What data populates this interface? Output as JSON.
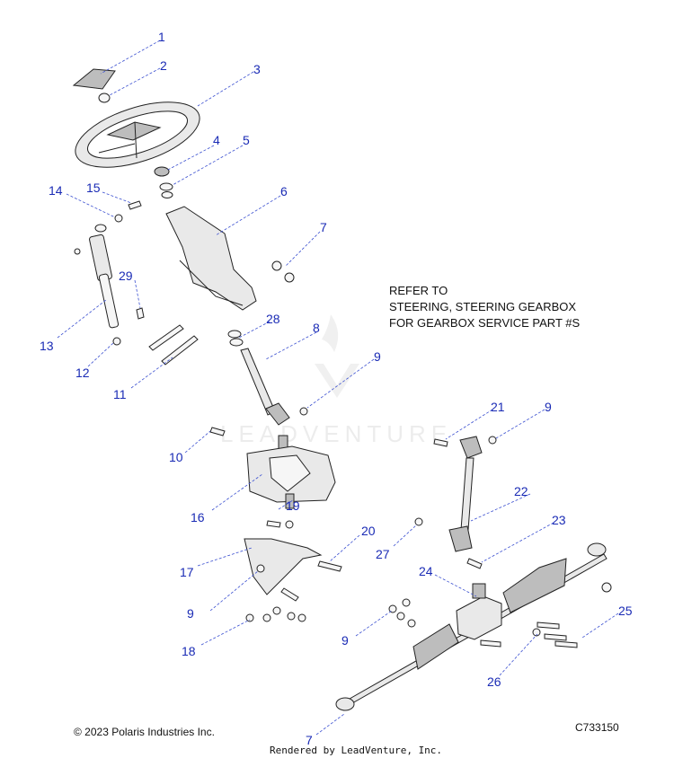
{
  "note_lines": [
    "REFER TO",
    "STEERING, STEERING GEARBOX",
    "FOR GEARBOX SERVICE PART #S"
  ],
  "copyright": "© 2023 Polaris Industries Inc.",
  "diagram_id": "C733150",
  "rendered_by": "Rendered by LeadVenture, Inc.",
  "watermark": "LEADVENTURE",
  "callouts": [
    "1",
    "2",
    "3",
    "4",
    "5",
    "6",
    "7",
    "8",
    "9",
    "9",
    "9",
    "9",
    "10",
    "11",
    "12",
    "13",
    "14",
    "15",
    "16",
    "17",
    "18",
    "19",
    "20",
    "21",
    "22",
    "23",
    "24",
    "25",
    "26",
    "27",
    "28",
    "29",
    "7"
  ],
  "colors": {
    "callout": "#1a2bb5",
    "leader": "#3a4fd0",
    "line": "#222222"
  }
}
